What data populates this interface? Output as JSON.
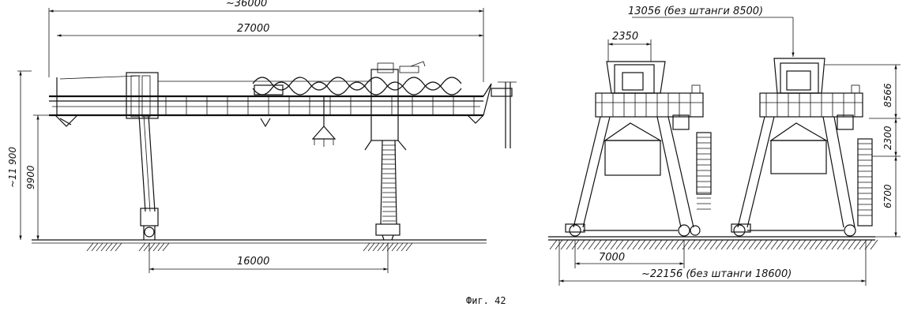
{
  "figure": {
    "caption": "Фиг. 42"
  },
  "left_view": {
    "dims": {
      "overall_span": "~36000",
      "inner_span": "27000",
      "total_height": "~11 900",
      "clear_height": "9900",
      "rail_gauge": "16000"
    }
  },
  "right_view": {
    "dims": {
      "top_width": "13056 (без штанги 8500)",
      "cab_width": "2350",
      "upper_height": "8566",
      "mid_height": "2300",
      "lower_height": "6700",
      "base_span": "7000",
      "overall_length": "~22156 (без штанги 18600)"
    }
  }
}
